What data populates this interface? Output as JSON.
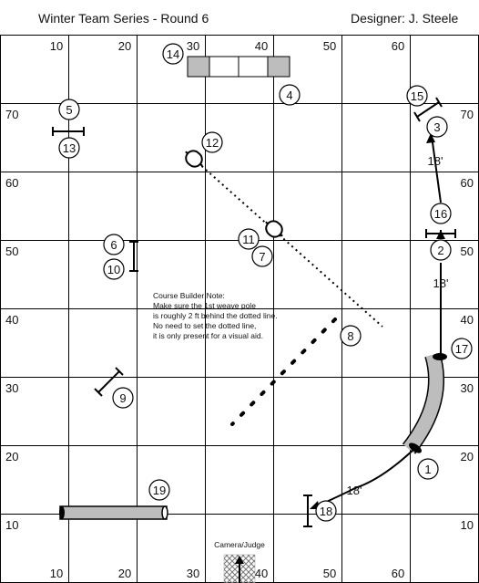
{
  "header": {
    "title": "Winter Team Series - Round 6",
    "designer": "Designer: J. Steele"
  },
  "grid": {
    "top_labels": [
      "10",
      "20",
      "30",
      "40",
      "50",
      "60"
    ],
    "bottom_labels": [
      "10",
      "20",
      "30",
      "40",
      "50",
      "60"
    ],
    "left_labels": [
      "70",
      "60",
      "50",
      "40",
      "30",
      "20",
      "10"
    ],
    "right_labels": [
      "70",
      "60",
      "50",
      "40",
      "30",
      "20",
      "10"
    ]
  },
  "obstacles": [
    {
      "num": "1"
    },
    {
      "num": "2"
    },
    {
      "num": "3"
    },
    {
      "num": "4"
    },
    {
      "num": "5"
    },
    {
      "num": "6"
    },
    {
      "num": "7"
    },
    {
      "num": "8"
    },
    {
      "num": "9"
    },
    {
      "num": "10"
    },
    {
      "num": "11"
    },
    {
      "num": "12"
    },
    {
      "num": "13"
    },
    {
      "num": "14"
    },
    {
      "num": "15"
    },
    {
      "num": "16"
    },
    {
      "num": "17"
    },
    {
      "num": "18"
    },
    {
      "num": "19"
    }
  ],
  "distances": [
    "18'",
    "18'",
    "18'"
  ],
  "note": {
    "lines": [
      "Course Builder Note:",
      "Make sure the 1st weave pole",
      "is roughly 2 ft behind the dotted line.",
      "No need to set the dotted line,",
      "it is only present for a visual aid."
    ]
  },
  "camera_label": "Camera/Judge"
}
